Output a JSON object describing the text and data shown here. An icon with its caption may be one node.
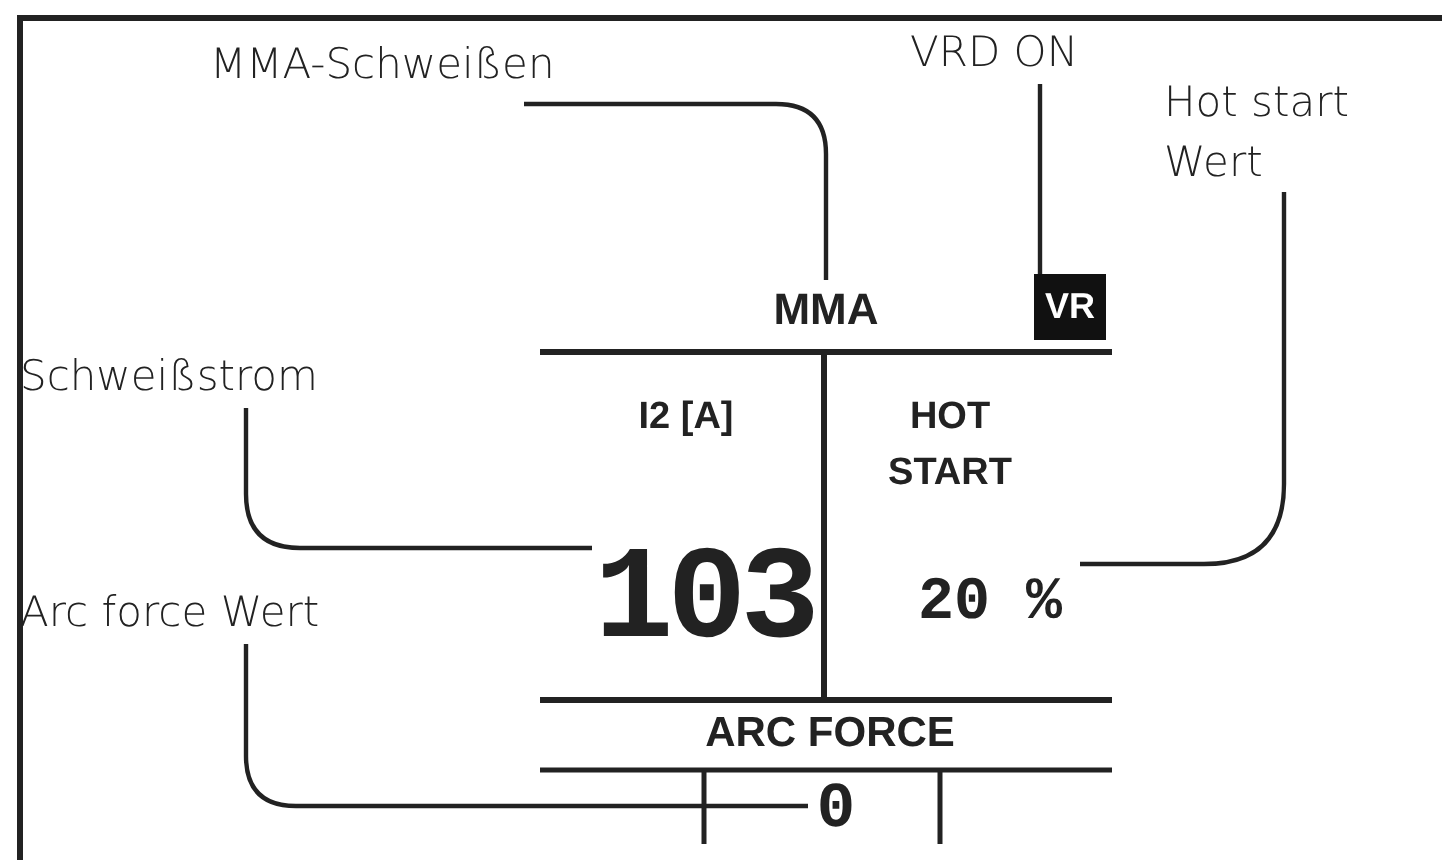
{
  "diagram": {
    "nodes": [
      {
        "text": [
          "MMA-Schweißen"
        ]
      },
      {
        "text": [
          "VRD ON"
        ]
      },
      {
        "text": [
          "Hot start Wert"
        ]
      },
      {
        "text": [
          "Schweißstrom"
        ]
      },
      {
        "text": [
          "Arc force Wert"
        ]
      },
      {
        "text": [
          "MMA"
        ]
      },
      {
        "text": [
          "VR"
        ]
      },
      {
        "text": [
          "20 %"
        ]
      },
      {
        "text": [
          "103"
        ]
      },
      {
        "text": [
          "0"
        ]
      }
    ],
    "edges": [
      {
        "from": 0,
        "to": 5,
        "arrow": "none"
      },
      {
        "from": 1,
        "to": 6,
        "arrow": "none"
      },
      {
        "from": 2,
        "to": 7,
        "arrow": "none"
      },
      {
        "from": 3,
        "to": 8,
        "arrow": "none"
      },
      {
        "from": 4,
        "to": 9,
        "arrow": "none"
      }
    ],
    "labels": [
      "I2 [A]",
      "HOT START",
      "ARC FORCE"
    ]
  }
}
